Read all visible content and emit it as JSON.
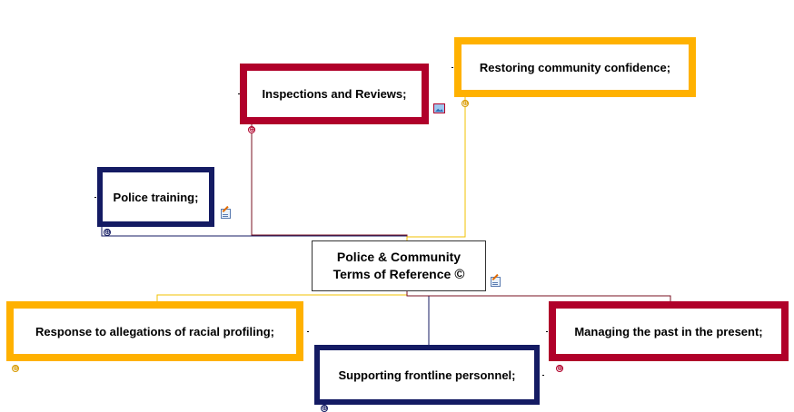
{
  "diagram": {
    "central": {
      "line1": "Police & Community",
      "line2": "Terms of Reference",
      "mark": "©"
    },
    "topics": {
      "inspections": "Inspections and Reviews;",
      "restoring": "Restoring community confidence;",
      "training": "Police training;",
      "racial_profiling": "Response to allegations of racial profiling;",
      "frontline": "Supporting frontline personnel;",
      "managing_past": "Managing the past in the present;"
    },
    "colors": {
      "red": "#b0002a",
      "orange": "#ffb100",
      "navy": "#141b63"
    },
    "icons": {
      "expand": "⊕",
      "note": "note-icon",
      "image": "image-icon"
    }
  }
}
